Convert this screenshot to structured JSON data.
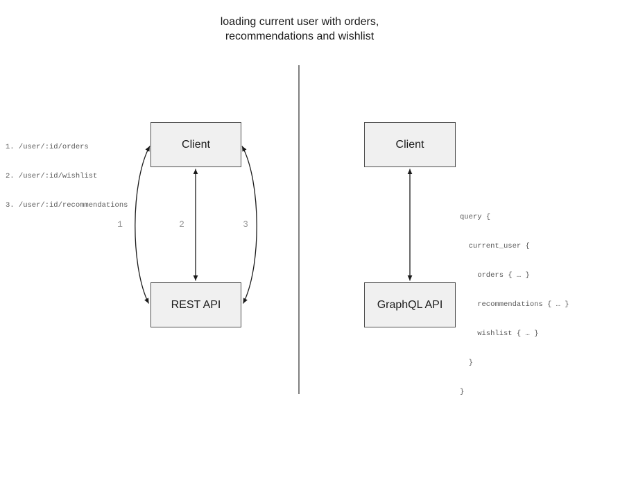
{
  "title": {
    "line1": "loading current user with orders,",
    "line2": "recommendations and wishlist"
  },
  "left_panel": {
    "endpoints": [
      "1. /user/:id/orders",
      "2. /user/:id/wishlist",
      "3. /user/:id/recommendations"
    ],
    "client_label": "Client",
    "api_label": "REST API",
    "arrow_labels": [
      "1",
      "2",
      "3"
    ]
  },
  "right_panel": {
    "client_label": "Client",
    "api_label": "GraphQL API",
    "query_lines": [
      "query {",
      "  current_user {",
      "    orders { … }",
      "    recommendations { … }",
      "    wishlist { … }",
      "  }",
      "}"
    ]
  },
  "icons": {
    "arrowhead": "filled-triangle"
  },
  "colors": {
    "box_fill": "#f0f0f0",
    "box_border": "#4d4d4d",
    "arrow": "#1a1a1a",
    "muted_mono_text": "#595959",
    "arrow_label_gray": "#999999",
    "divider_gray": "#808080",
    "title_text": "#1a1a1a"
  }
}
